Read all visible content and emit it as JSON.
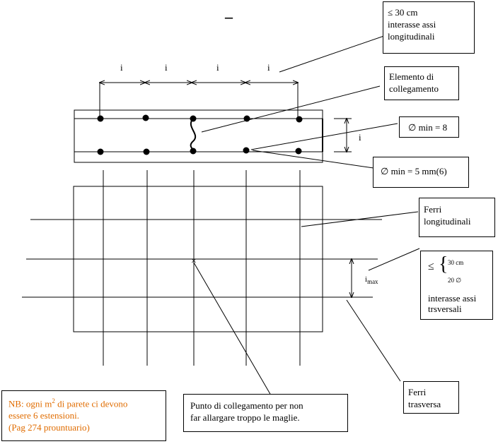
{
  "title_mark": "–",
  "spacing_label": "i",
  "imax": {
    "base": "i",
    "sub": "max"
  },
  "callouts": {
    "longitudinal_spacing": {
      "lines": [
        "≤ 30 cm",
        "interasse assi",
        "longitudinali"
      ]
    },
    "connection_element": {
      "lines": [
        "Elemento di",
        "collegamento"
      ]
    },
    "diameter_min_8": {
      "text": "∅ min = 8"
    },
    "diameter_min_5": {
      "text": "∅ min = 5 mm(6)"
    },
    "longitudinal_bars": {
      "lines": [
        "Ferri",
        "longitudinali"
      ]
    },
    "transverse_spacing": {
      "leq": "≤",
      "brace": "{",
      "top": "30 cm",
      "bottom": "20 ∅",
      "lines": [
        "interasse assi",
        "trsversali"
      ]
    },
    "transverse_bars": {
      "lines": [
        "Ferri",
        "trasversa"
      ]
    },
    "connection_point": {
      "lines": [
        "Punto di collegamento per non",
        "far allargare troppo le maglie."
      ]
    },
    "note": {
      "line1_pre": "NB: ogni m",
      "line1_sup": "2",
      "line1_post": " di parete ci devono",
      "line2": "essere 6 estensioni.",
      "line3": "(Pag 274 prountuario)"
    }
  },
  "colors": {
    "line": "#000000",
    "note_text": "#e06c00"
  }
}
